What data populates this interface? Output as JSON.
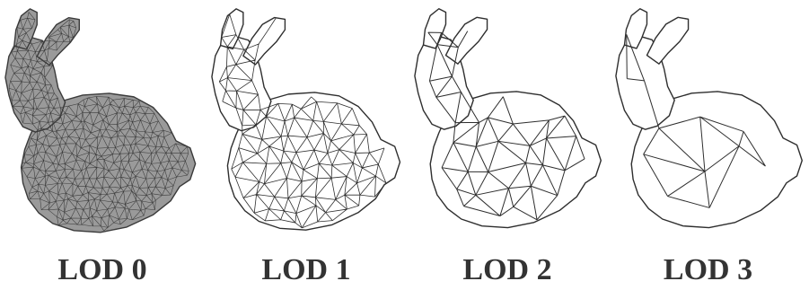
{
  "figure": {
    "panels": [
      {
        "label": "LOD 0",
        "mesh_density": 30,
        "fill": "#9a9a9a",
        "stroke": "#3a3a3a"
      },
      {
        "label": "LOD 1",
        "mesh_density": 16,
        "fill": "#ffffff",
        "stroke": "#2e2e2e"
      },
      {
        "label": "LOD 2",
        "mesh_density": 10,
        "fill": "#ffffff",
        "stroke": "#2e2e2e"
      },
      {
        "label": "LOD 3",
        "mesh_density": 6,
        "fill": "#ffffff",
        "stroke": "#2e2e2e"
      }
    ]
  }
}
